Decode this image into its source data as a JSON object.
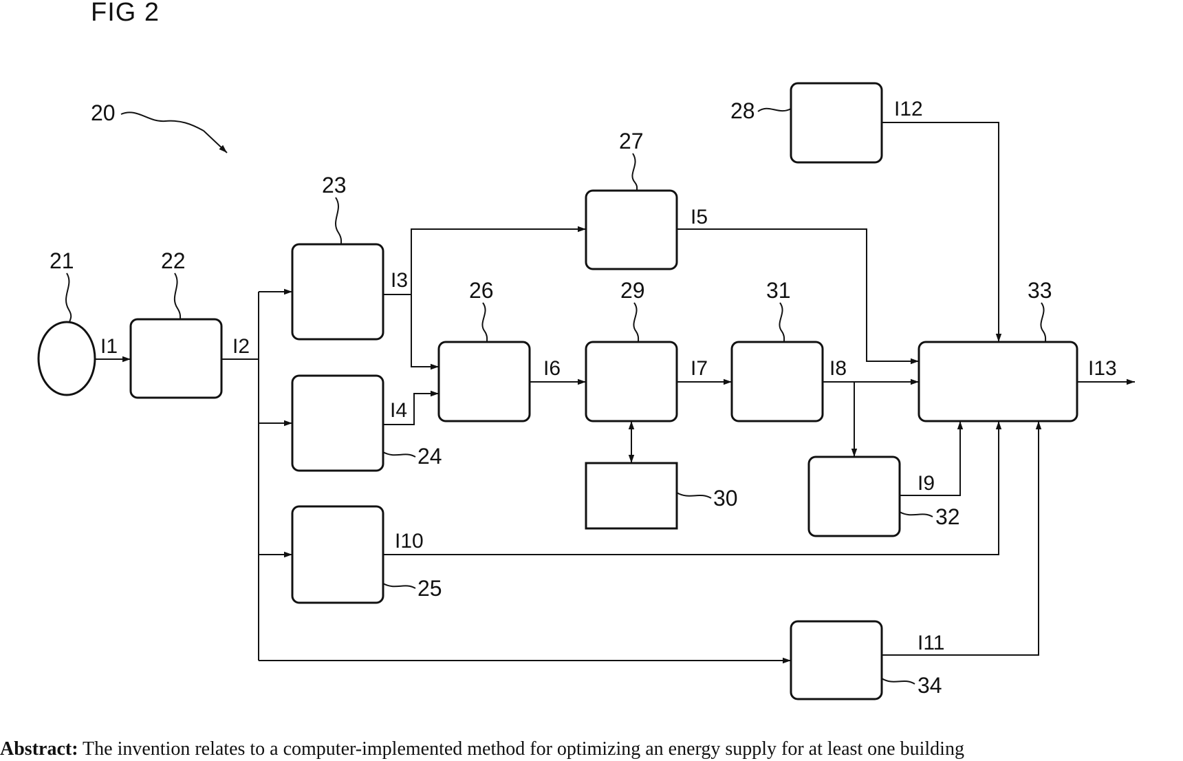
{
  "figure": {
    "title": "FIG 2"
  },
  "system": {
    "ref": "20"
  },
  "blocks": [
    {
      "id": "21",
      "ref": "21"
    },
    {
      "id": "22",
      "ref": "22"
    },
    {
      "id": "23",
      "ref": "23"
    },
    {
      "id": "24",
      "ref": "24"
    },
    {
      "id": "25",
      "ref": "25"
    },
    {
      "id": "26",
      "ref": "26"
    },
    {
      "id": "27",
      "ref": "27"
    },
    {
      "id": "28",
      "ref": "28"
    },
    {
      "id": "29",
      "ref": "29"
    },
    {
      "id": "30",
      "ref": "30"
    },
    {
      "id": "31",
      "ref": "31"
    },
    {
      "id": "32",
      "ref": "32"
    },
    {
      "id": "33",
      "ref": "33"
    },
    {
      "id": "34",
      "ref": "34"
    }
  ],
  "signals": {
    "i1": "I1",
    "i2": "I2",
    "i3": "I3",
    "i4": "I4",
    "i5": "I5",
    "i6": "I6",
    "i7": "I7",
    "i8": "I8",
    "i9": "I9",
    "i10": "I10",
    "i11": "I11",
    "i12": "I12",
    "i13": "I13"
  },
  "abstract": {
    "label": "Abstract:",
    "text": "The invention relates to a computer-implemented method for optimizing an energy supply for at least one building"
  }
}
